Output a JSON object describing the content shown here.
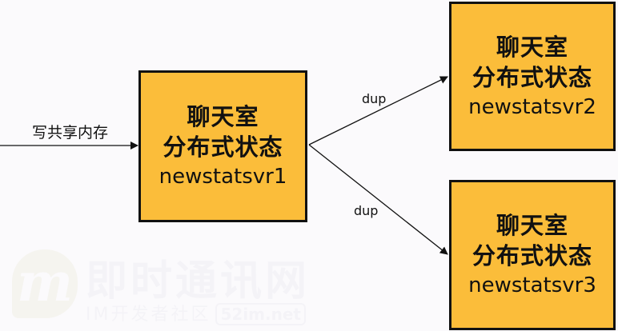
{
  "diagram": {
    "colors": {
      "background": "#fbfafc",
      "node_fill": "#fbbd3a",
      "node_border": "#111111",
      "edge": "#111111"
    },
    "input": {
      "label": "写共享内存"
    },
    "nodes": [
      {
        "id": "node-1",
        "line1": "聊天室",
        "line2": "分布式状态",
        "line3": "newstatsvr1"
      },
      {
        "id": "node-2",
        "line1": "聊天室",
        "line2": "分布式状态",
        "line3": "newstatsvr2"
      },
      {
        "id": "node-3",
        "line1": "聊天室",
        "line2": "分布式状态",
        "line3": "newstatsvr3"
      }
    ],
    "edges": [
      {
        "from": "input",
        "to": "node-1",
        "label": "写共享内存"
      },
      {
        "from": "node-1",
        "to": "node-2",
        "label": "dup"
      },
      {
        "from": "node-1",
        "to": "node-3",
        "label": "dup"
      }
    ]
  },
  "watermark": {
    "logo": "m",
    "title": "即时通讯网",
    "subtitle": "IM开发者社区",
    "domain": "52im.net"
  }
}
